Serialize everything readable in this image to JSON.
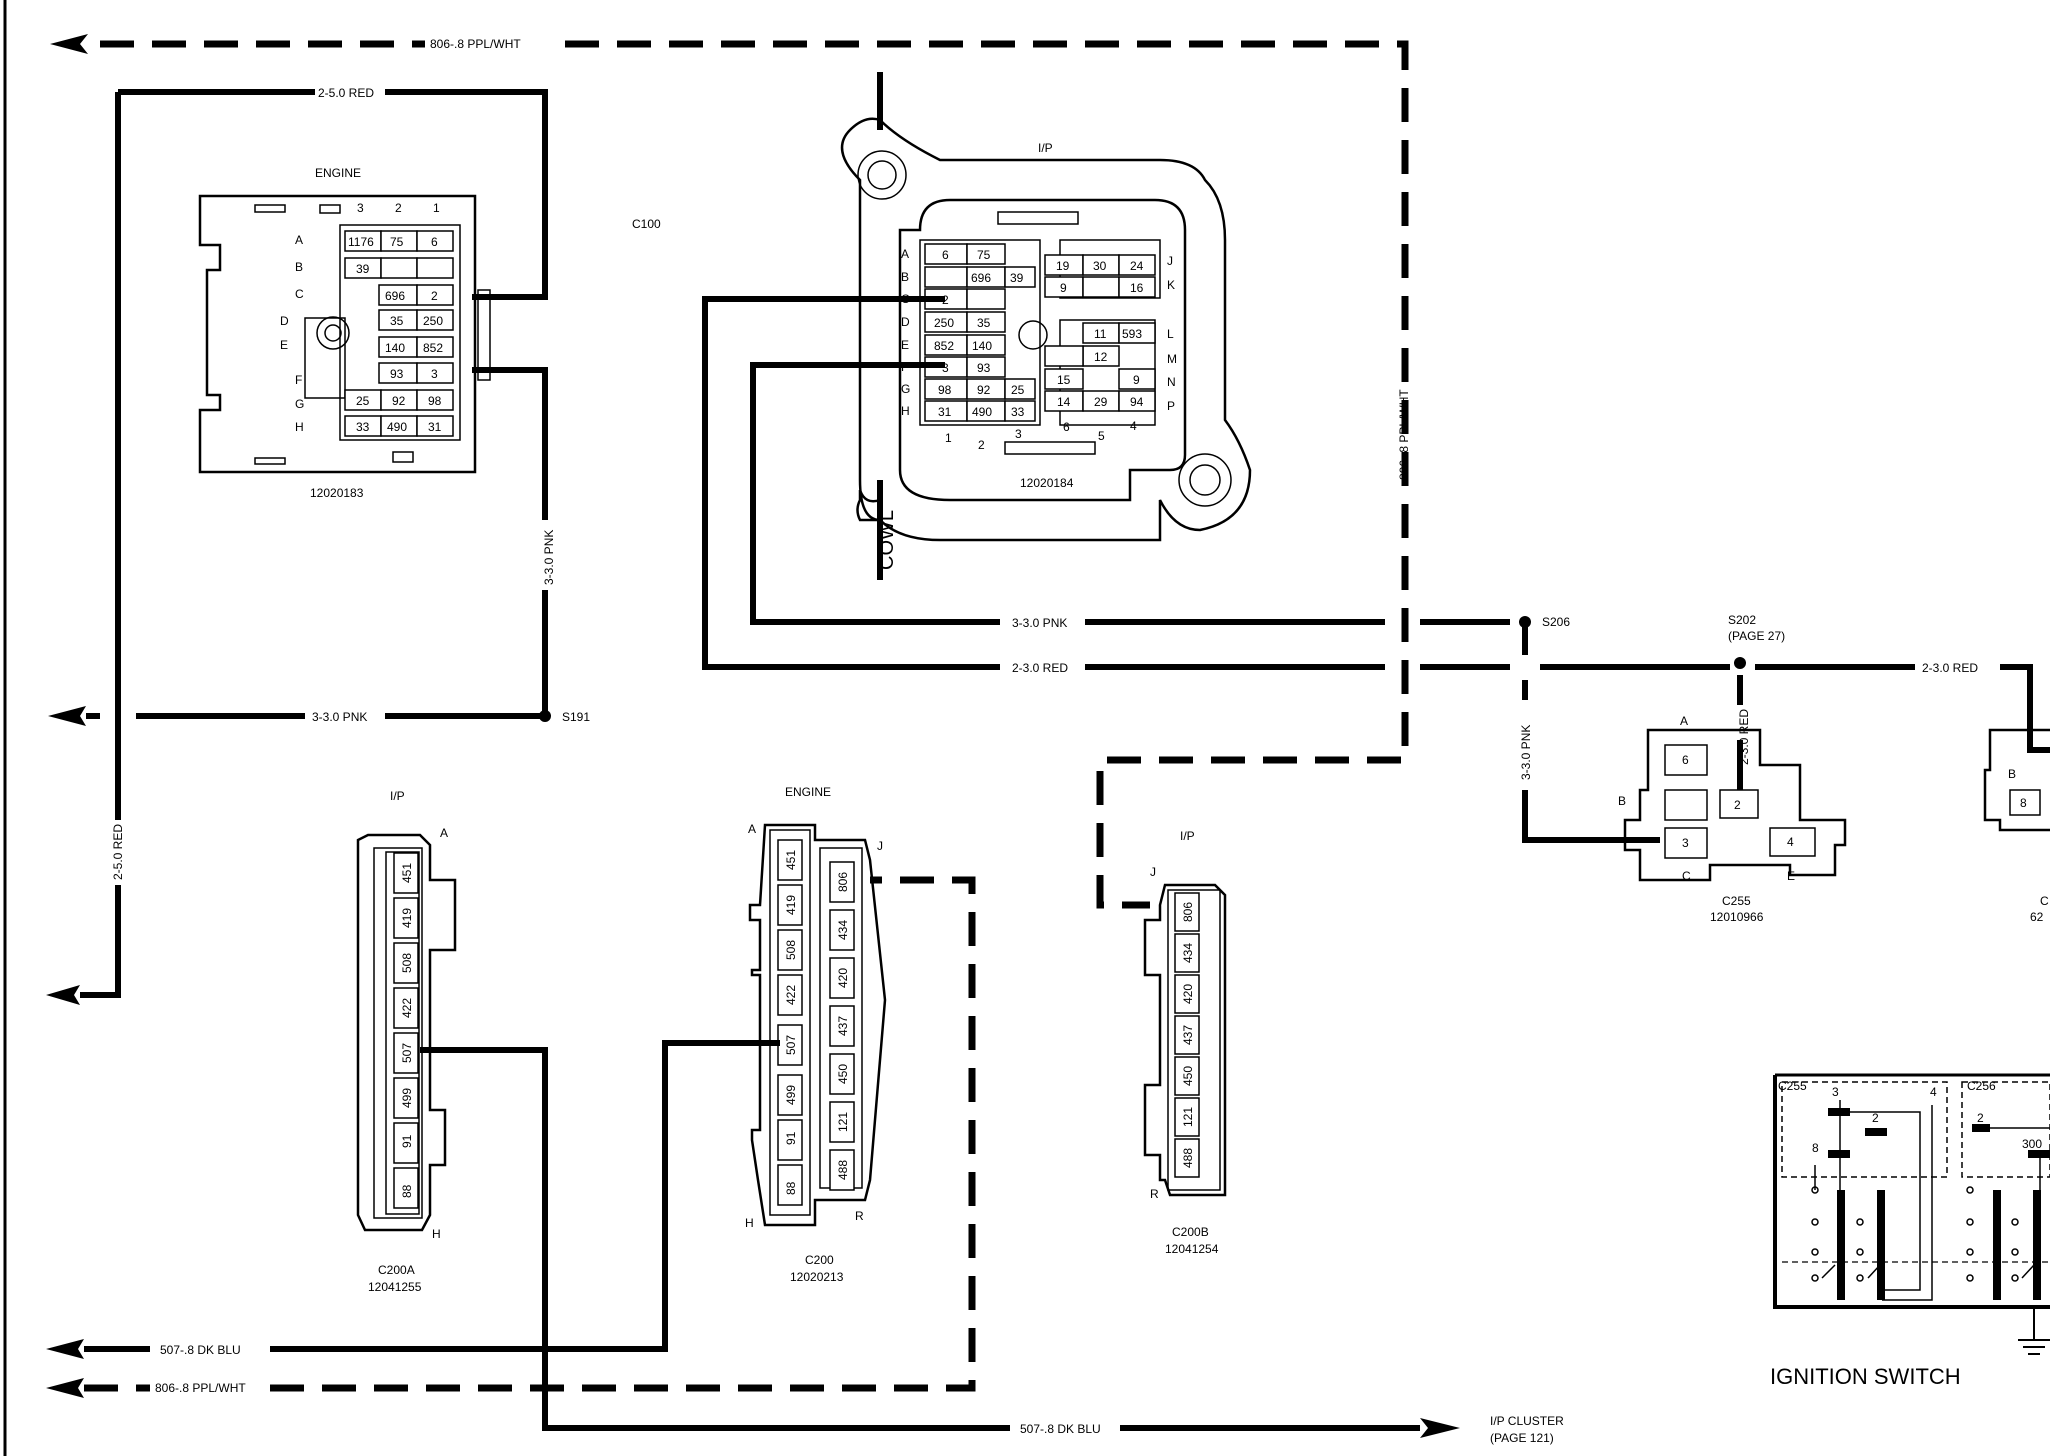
{
  "wires": {
    "w806_top": "806-.8 PPL/WHT",
    "w2_top": "2-5.0 RED",
    "w3_s191": "3-3.0 PNK",
    "w3_vert": "3-3.0 PNK",
    "w2_left_vert": "2-5.0 RED",
    "w3_mid": "3-3.0 PNK",
    "w2_mid": "2-3.0 RED",
    "w806_vert": "806-.8 PPL/WHT",
    "w3_c255": "3-3.0 PNK",
    "w2_s202": "2-3.0 RED",
    "w2_right": "2-3.0 RED",
    "w507_left": "507-.8 DK BLU",
    "w806_bottom": "806-.8 PPL/WHT",
    "w507_bottom": "507-.8 DK BLU"
  },
  "splices": {
    "s191": "S191",
    "s206": "S206",
    "s202": "S202",
    "s202_page": "(PAGE 27)"
  },
  "c100": {
    "label": "C100",
    "engine_title": "ENGINE",
    "engine_part": "12020183",
    "ip_title": "I/P",
    "ip_part": "12020184",
    "cowl": "COWL",
    "engine_cols": [
      "3",
      "2",
      "1"
    ],
    "engine_rows": [
      "A",
      "B",
      "C",
      "D",
      "E",
      "F",
      "G",
      "H"
    ],
    "engine_pins": {
      "a1": "1176",
      "a2": "75",
      "a3": "6",
      "b1": "39",
      "c1": "696",
      "c2": "2",
      "d1": "35",
      "d2": "250",
      "e1": "140",
      "e2": "852",
      "f1": "93",
      "f2": "3",
      "g1": "25",
      "g2": "92",
      "g3": "98",
      "h1": "33",
      "h2": "490",
      "h3": "31"
    },
    "ip_rows_left": [
      "A",
      "B",
      "C",
      "D",
      "E",
      "F",
      "G",
      "H"
    ],
    "ip_rows_right": [
      "J",
      "K",
      "L",
      "M",
      "N",
      "P"
    ],
    "ip_cols": [
      "1",
      "2",
      "3",
      "4",
      "5",
      "6"
    ],
    "ip_pins": {
      "a1": "6",
      "a2": "75",
      "b1": "696",
      "b2": "39",
      "c1": "2",
      "d1": "250",
      "d2": "35",
      "e1": "852",
      "e2": "140",
      "f1": "3",
      "f2": "93",
      "g1": "98",
      "g2": "92",
      "g3": "25",
      "h1": "31",
      "h2": "490",
      "h3": "33",
      "j1": "19",
      "j2": "30",
      "j3": "24",
      "k1": "9",
      "k2": "16",
      "l1": "11",
      "l2": "593",
      "m1": "12",
      "n1": "15",
      "n2": "9",
      "p1": "14",
      "p2": "29",
      "p3": "94"
    }
  },
  "c200a": {
    "title": "I/P",
    "name": "C200A",
    "part": "12041255",
    "end_a": "A",
    "end_h": "H",
    "pins": [
      "451",
      "419",
      "508",
      "422",
      "507",
      "499",
      "91",
      "88"
    ]
  },
  "c200": {
    "title": "ENGINE",
    "name": "C200",
    "part": "12020213",
    "end_a": "A",
    "end_h": "H",
    "end_j": "J",
    "end_r": "R",
    "pins_left": [
      "451",
      "419",
      "508",
      "422",
      "507",
      "499",
      "91",
      "88"
    ],
    "pins_right": [
      "806",
      "434",
      "420",
      "437",
      "450",
      "121",
      "488"
    ]
  },
  "c200b": {
    "title": "I/P",
    "name": "C200B",
    "part": "12041254",
    "end_j": "J",
    "end_r": "R",
    "pins": [
      "806",
      "434",
      "420",
      "437",
      "450",
      "121",
      "488"
    ]
  },
  "c255": {
    "name": "C255",
    "part": "12010966",
    "cav_a": "A",
    "cav_b": "B",
    "cav_c": "C",
    "cav_e": "E",
    "pins": [
      "6",
      "2",
      "3",
      "4"
    ]
  },
  "c256_partial": {
    "cav_b": "B",
    "pin": "8",
    "name_frag": "C",
    "part_frag": "62"
  },
  "ignition": {
    "title": "IGNITION SWITCH",
    "c255_label": "C255",
    "c256_label": "C256",
    "pins": [
      "3",
      "4",
      "2",
      "8"
    ],
    "c256_pins": [
      "2",
      "300"
    ]
  },
  "ip_cluster": {
    "line1": "I/P CLUSTER",
    "line2": "(PAGE 121)"
  }
}
